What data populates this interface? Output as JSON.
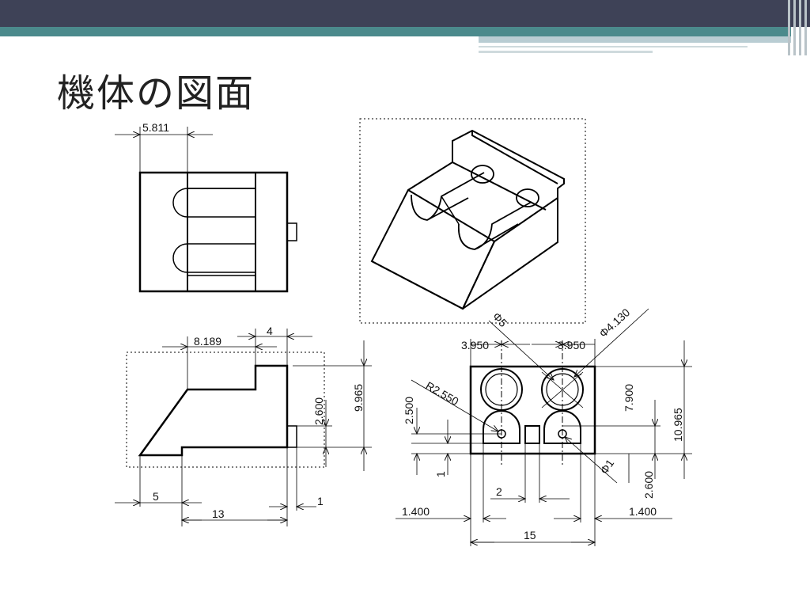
{
  "slide": {
    "title": "機体の図面"
  },
  "dimensions": {
    "top_view": {
      "width": "5.811"
    },
    "front_view": {
      "step_width": "8.189",
      "top_width": "4",
      "height": "9.965",
      "step_height": "2.600",
      "base_left": "5",
      "base_length": "13",
      "tab": "1"
    },
    "side_view": {
      "hole_spacing_left": "3.950",
      "hole_spacing_right": "3.950",
      "diameter_large": "Φ5",
      "diameter_outer": "Φ4.130",
      "radius": "R2.550",
      "hole_height": "2.500",
      "center_height": "7.900",
      "total_height": "10.965",
      "small_diameter": "Φ1",
      "bottom_height": "2.600",
      "slot_height": "1",
      "slot_width": "2",
      "edge_left": "1.400",
      "edge_right": "1.400",
      "total_width": "15"
    }
  }
}
